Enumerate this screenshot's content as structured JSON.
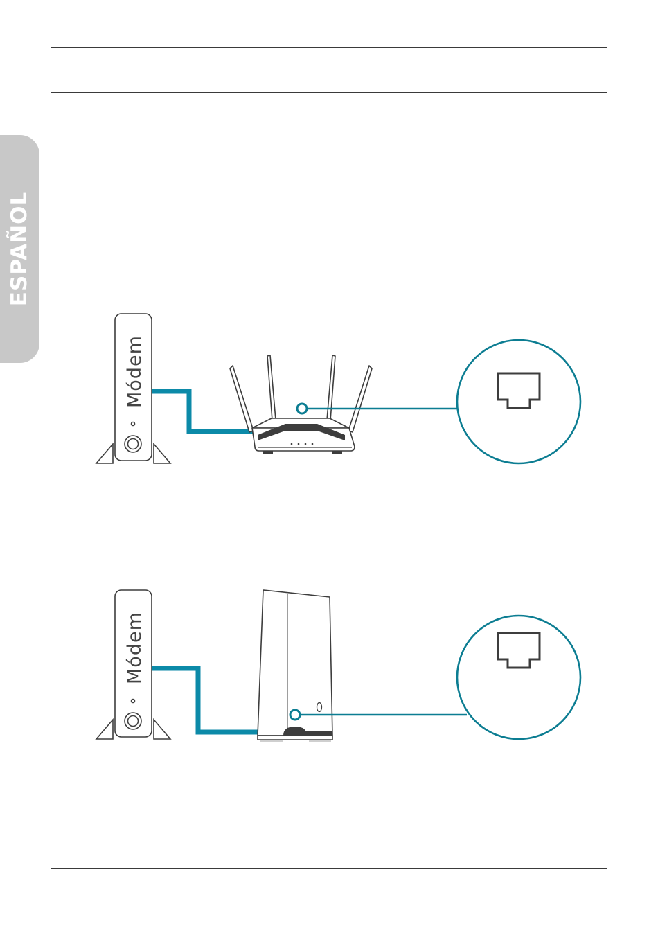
{
  "sidebar": {
    "language_label": "ESPAÑOL"
  },
  "diagram_1": {
    "modem_label": "Módem"
  },
  "diagram_2": {
    "modem_label": "Módem"
  },
  "colors": {
    "cable": "#0c8aa8",
    "callout": "#0c7d92",
    "outline": "#3d3d3d",
    "tab": "#c8c8c8"
  },
  "icons": {
    "port_callout": "ethernet-port-icon"
  }
}
